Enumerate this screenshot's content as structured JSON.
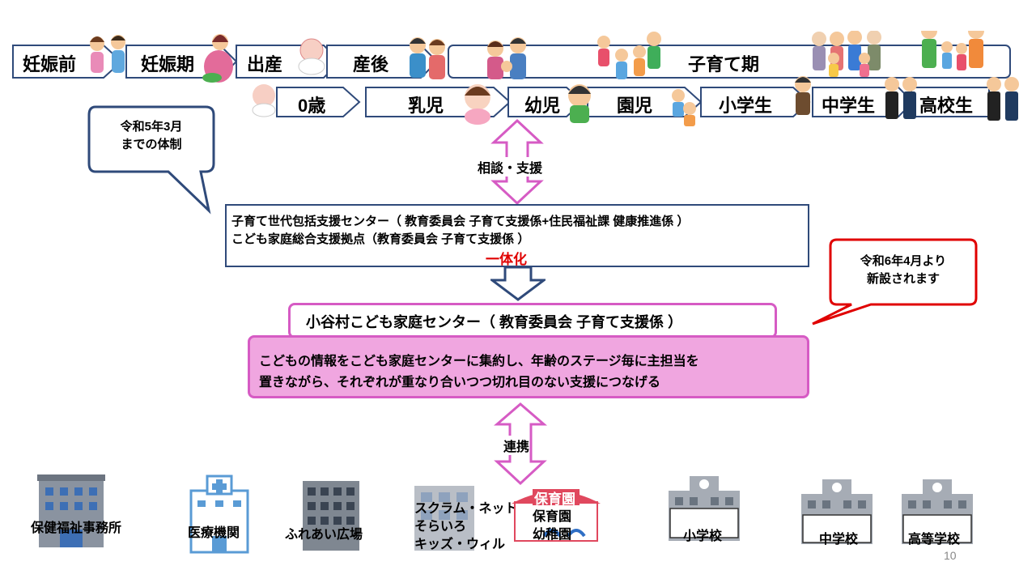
{
  "stages_top": {
    "pre_pregnancy": "妊娠前",
    "pregnancy": "妊娠期",
    "birth": "出産",
    "postpartum": "産後",
    "child_rearing": "子育て期"
  },
  "stages_child": {
    "age0": "0歳",
    "infant": "乳児",
    "toddler": "幼児",
    "kindergarten": "園児",
    "elementary": "小学生",
    "junior_high": "中学生",
    "high_school": "高校生"
  },
  "arrows": {
    "consult_support": "相談・支援",
    "integration": "一体化",
    "cooperation": "連携"
  },
  "callouts": {
    "old_line1": "令和5年3月",
    "old_line2": "までの体制",
    "new_line1": "令和6年4月より",
    "new_line2": "新設されます"
  },
  "old_system": {
    "line1": "子育て世代包括支援センター（ 教育委員会  子育て支援係+住民福祉課  健康推進係 ）",
    "line2": "こども家庭総合支援拠点（教育委員会  子育て支援係 ）"
  },
  "center": {
    "title": "小谷村こども家庭センター（ 教育委員会   子育て支援係 ）",
    "desc_line1": "こどもの情報をこども家庭センターに集約し、年齢のステージ毎に主担当を",
    "desc_line2": "置きながら、それぞれが重なり合いつつ切れ目のない支援につなげる"
  },
  "facilities": {
    "health_office": "保健福祉事務所",
    "medical": "医療機関",
    "fureai": "ふれあい広場",
    "scrum_line1": "スクラム・ネット",
    "scrum_line2": "そらいろ",
    "scrum_line3": "キッズ・ウィル",
    "nursery_sign": "保育園",
    "nursery": "保育園",
    "kindergarten": "幼稚園",
    "elementary": "小学校",
    "junior_high": "中学校",
    "high_school": "高等学校"
  },
  "page_number": "10",
  "colors": {
    "navy": "#2f4a7a",
    "pink_border": "#d65bc4",
    "pink_fill": "#f0a6e0",
    "red": "#e00000",
    "grey_building": "#8a93a0"
  }
}
